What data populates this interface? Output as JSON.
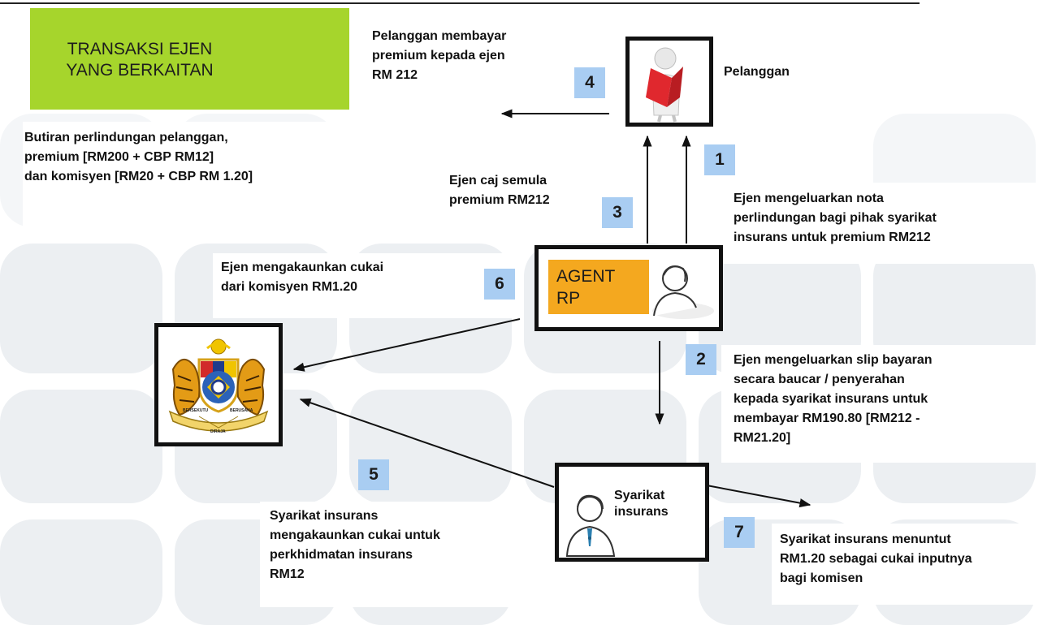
{
  "title": {
    "line1": "TRANSAKSI EJEN",
    "line2": "YANG BERKAITAN"
  },
  "nodes": {
    "pelanggan": "Pelanggan",
    "agent": "AGENT\nRP",
    "syarikat": "Syarikat\ninsurans"
  },
  "steps": [
    "1",
    "2",
    "3",
    "4",
    "5",
    "6",
    "7"
  ],
  "texts": {
    "step4": "Pelanggan membayar\npremium kepada ejen\nRM 212",
    "details": "Butiran perlindungan pelanggan,\npremium [RM200 + CBP RM12]\ndan komisyen [RM20 + CBP RM 1.20]",
    "step3": "Ejen caj semula\npremium RM212",
    "step1": "Ejen mengeluarkan nota\nperlindungan bagi pihak syarikat\ninsurans untuk premium RM212",
    "step6": "Ejen mengakaunkan cukai\ndari komisyen RM1.20",
    "step2": "Ejen mengeluarkan slip bayaran\nsecara baucar / penyerahan\nkepada syarikat insurans untuk\nmembayar RM190.80 [RM212 -\nRM21.20]",
    "step5": "Syarikat insurans\nmengakaunkan cukai untuk\nperkhidmatan insurans\nRM12",
    "step7": "Syarikat insurans menuntut\nRM1.20 sebagai cukai inputnya\nbagi komisen"
  },
  "emblem": {
    "left": "BERSEKUTU",
    "right": "BERUSAHA",
    "base": "DIRAJA"
  },
  "colors": {
    "title_bg": "#a6d52c",
    "step_bg": "#a9cdf2",
    "agent_bg": "#f4a81f",
    "book_red": "#e0282e",
    "emblem_gold": "#d6a21a"
  }
}
